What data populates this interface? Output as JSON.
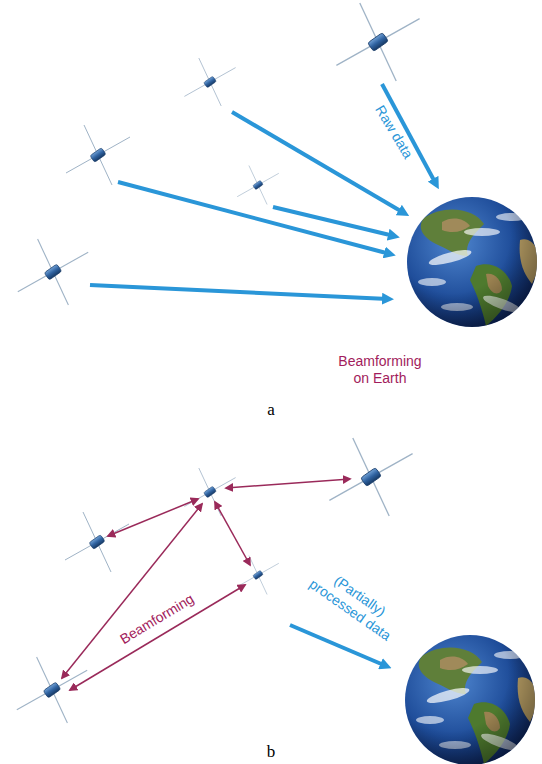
{
  "diagram": {
    "labels": [
      "Raw data",
      "Beamforming on Earth",
      "a",
      "Beamforming",
      "(Partially) processed data",
      "b"
    ]
  }
}
